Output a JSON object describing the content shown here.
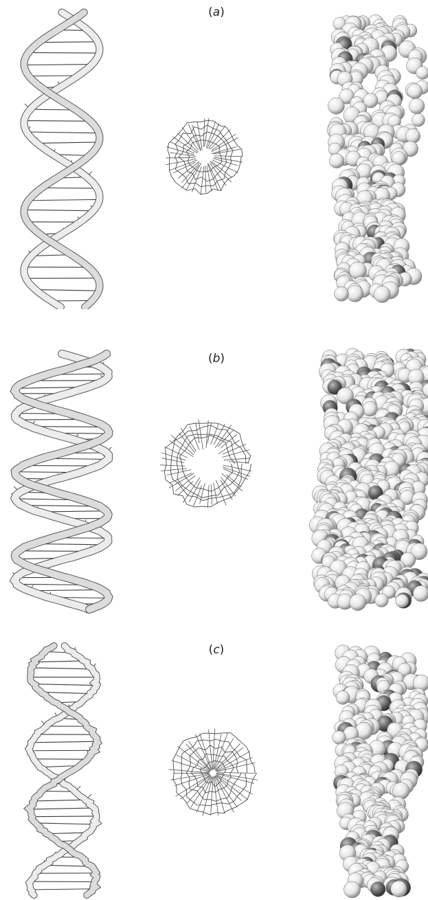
{
  "figure": {
    "panels": [
      {
        "id": "a",
        "label_open": "(",
        "label_letter": "a",
        "label_close": ")"
      },
      {
        "id": "b",
        "label_open": "(",
        "label_letter": "b",
        "label_close": ")"
      },
      {
        "id": "c",
        "label_open": "(",
        "label_letter": "c",
        "label_close": ")"
      }
    ]
  },
  "colors": {
    "ribbon_light": "#f2f2f2",
    "ribbon_dark": "#8c8c8c",
    "stick": "#3a3a3a",
    "sphere_light": "#ffffff",
    "sphere_mid": "#bdbdbd",
    "sphere_dark": "#5e5e5e"
  }
}
